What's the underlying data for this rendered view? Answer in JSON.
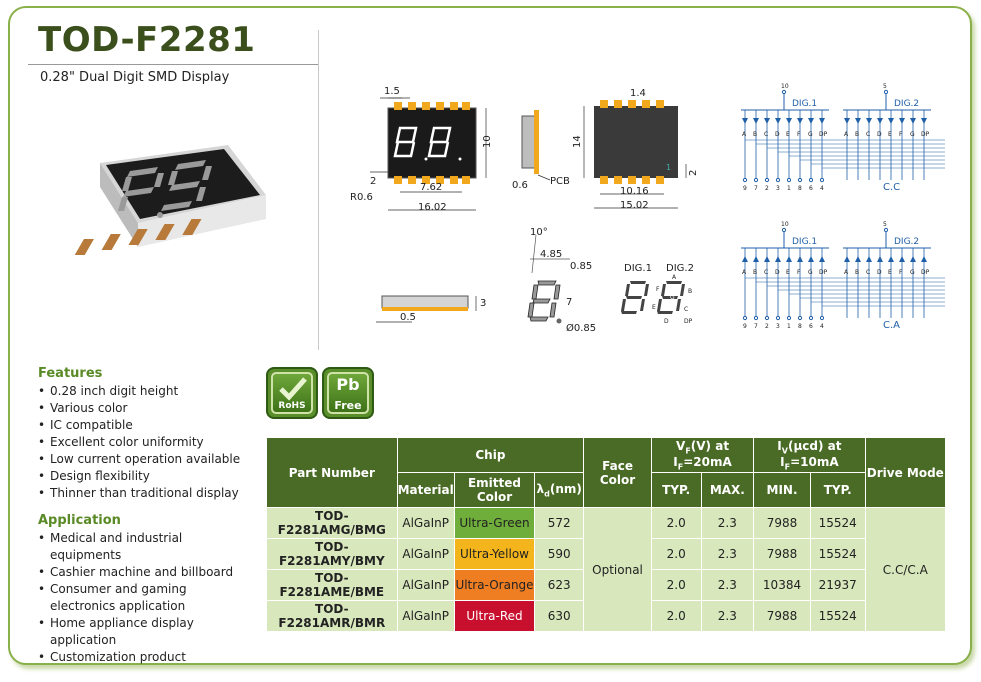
{
  "header": {
    "title": "TOD-F2281",
    "subtitle": "0.28\" Dual Digit SMD Display"
  },
  "features": {
    "heading": "Features",
    "items": [
      "0.28 inch digit height",
      "Various color",
      "IC compatible",
      "Excellent color uniformity",
      "Low current operation available",
      "Design flexibility",
      "Thinner than traditional display"
    ]
  },
  "application": {
    "heading": "Application",
    "items": [
      "Medical and industrial equipments",
      "Cashier machine and billboard",
      "Consumer and gaming electronics application",
      "Home appliance display application",
      "Customization product"
    ]
  },
  "badges": {
    "rohs": "RoHS",
    "pb": "Pb",
    "free": "Free"
  },
  "drawing": {
    "front": {
      "d1": "1.5",
      "d2": "10",
      "d3": "2",
      "d4": "7.62",
      "d5": "R0.6",
      "d6": "16.02"
    },
    "side": {
      "d1": "0.6",
      "pcb": "PCB"
    },
    "back": {
      "d1": "1.4",
      "d2": "14",
      "d3": "2",
      "d4": "10.16",
      "d5": "15.02",
      "pin1": "1"
    },
    "thickness": {
      "d1": "3",
      "d2": "0.5"
    },
    "digit": {
      "angle": "10°",
      "d1": "4.85",
      "d2": "0.85",
      "d3": "7",
      "d4": "Ø0.85"
    },
    "segments": {
      "dig1": "DIG.1",
      "dig2": "DIG.2",
      "a": "A",
      "b": "B",
      "c": "C",
      "d": "D",
      "e": "E",
      "f": "F",
      "g": "G",
      "dp": "DP"
    },
    "circuit": {
      "dig1": "DIG.1",
      "dig2": "DIG.2",
      "pin_dig1": "10",
      "pin_dig2": "5",
      "seg_labels": [
        "A",
        "B",
        "C",
        "D",
        "E",
        "F",
        "G",
        "DP"
      ],
      "pins": [
        "9",
        "7",
        "2",
        "3",
        "1",
        "8",
        "6",
        "4"
      ],
      "cc": "C.C",
      "ca": "C.A"
    }
  },
  "table": {
    "headers": {
      "part_number": "Part Number",
      "chip": "Chip",
      "material": "Material",
      "emitted": "Emitted Color",
      "lambda": "λ",
      "lambda_sub": "d",
      "lambda_unit": "(nm)",
      "face_color": "Face Color",
      "vf": "V",
      "vf_sub": "F",
      "vf_rest": "(V) at I",
      "vf_isub": "F",
      "vf_end": "=20mA",
      "iv": "I",
      "iv_sub": "V",
      "iv_rest": "(μcd) at I",
      "iv_isub": "F",
      "iv_end": "=10mA",
      "typ": "TYP.",
      "max": "MAX.",
      "min": "MIN.",
      "typ2": "TYP.",
      "drive_mode": "Drive Mode"
    },
    "rows": [
      {
        "part": "TOD-F2281AMG/BMG",
        "material": "AlGaInP",
        "color": "Ultra-Green",
        "bg": "#6fae3a",
        "lambda": "572",
        "vtyp": "2.0",
        "vmax": "2.3",
        "imin": "7988",
        "ityp": "15524"
      },
      {
        "part": "TOD-F2281AMY/BMY",
        "material": "AlGaInP",
        "color": "Ultra-Yellow",
        "bg": "#f4b51c",
        "lambda": "590",
        "vtyp": "2.0",
        "vmax": "2.3",
        "imin": "7988",
        "ityp": "15524"
      },
      {
        "part": "TOD-F2281AME/BME",
        "material": "AlGaInP",
        "color": "Ultra-Orange",
        "bg": "#ef7d22",
        "lambda": "623",
        "vtyp": "2.0",
        "vmax": "2.3",
        "imin": "10384",
        "ityp": "21937"
      },
      {
        "part": "TOD-F2281AMR/BMR",
        "material": "AlGaInP",
        "color": "Ultra-Red",
        "bg": "#c8102e",
        "lambda": "630",
        "vtyp": "2.0",
        "vmax": "2.3",
        "imin": "7988",
        "ityp": "15524"
      }
    ],
    "face_color": "Optional",
    "drive_mode": "C.C/C.A"
  },
  "colors": {
    "brand": "#3a4f1c",
    "accent": "#5a8a26",
    "header_bg": "#4a6b25",
    "cell_bg": "#d8e7bc",
    "drawing_blue": "#1f5fa8"
  }
}
